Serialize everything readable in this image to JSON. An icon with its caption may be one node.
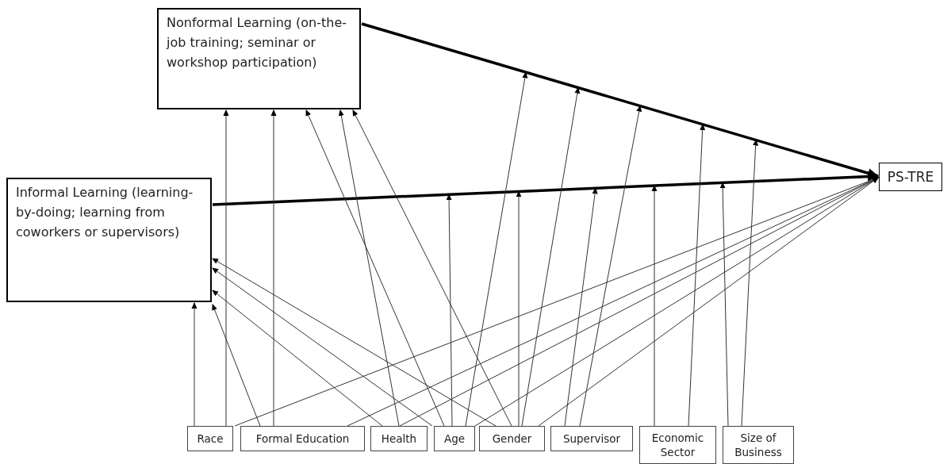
{
  "diagram": {
    "nodes": [
      {
        "text": [
          "Nonformal Learning (on-the-job training; seminar or workshop participation)"
        ]
      },
      {
        "text": [
          "Informal Learning (learning-by-doing; learning from coworkers or supervisors)"
        ]
      },
      {
        "text": [
          "PS-TRE"
        ]
      },
      {
        "text": [
          "Race"
        ]
      },
      {
        "text": [
          "Formal Education"
        ]
      },
      {
        "text": [
          "Health"
        ]
      },
      {
        "text": [
          "Age"
        ]
      },
      {
        "text": [
          "Gender"
        ]
      },
      {
        "text": [
          "Supervisor"
        ]
      },
      {
        "text": [
          "Economic Sector"
        ]
      },
      {
        "text": [
          "Size of Business"
        ]
      }
    ],
    "edges": [
      {
        "from": 0,
        "to": 2,
        "arrow": "to",
        "style": "thick"
      },
      {
        "from": 1,
        "to": 2,
        "arrow": "to",
        "style": "thick"
      },
      {
        "from": 3,
        "to": 0,
        "arrow": "to"
      },
      {
        "from": 4,
        "to": 0,
        "arrow": "to"
      },
      {
        "from": 5,
        "to": 0,
        "arrow": "to"
      },
      {
        "from": 6,
        "to": 0,
        "arrow": "to"
      },
      {
        "from": 7,
        "to": 0,
        "arrow": "to"
      },
      {
        "from": 3,
        "to": 1,
        "arrow": "to"
      },
      {
        "from": 4,
        "to": 1,
        "arrow": "to"
      },
      {
        "from": 5,
        "to": 1,
        "arrow": "to"
      },
      {
        "from": 6,
        "to": 1,
        "arrow": "to"
      },
      {
        "from": 7,
        "to": 1,
        "arrow": "to"
      },
      {
        "from": 3,
        "to": 2,
        "arrow": "to"
      },
      {
        "from": 4,
        "to": 2,
        "arrow": "to"
      },
      {
        "from": 5,
        "to": 2,
        "arrow": "to"
      },
      {
        "from": 6,
        "to": 2,
        "arrow": "to"
      },
      {
        "from": 7,
        "to": 2,
        "arrow": "to"
      },
      {
        "from": 6,
        "to": null,
        "arrow": "to"
      },
      {
        "from": 6,
        "to": null,
        "arrow": "to"
      },
      {
        "from": 7,
        "to": null,
        "arrow": "to"
      },
      {
        "from": 7,
        "to": null,
        "arrow": "to"
      },
      {
        "from": 8,
        "to": null,
        "arrow": "to"
      },
      {
        "from": 8,
        "to": null,
        "arrow": "to"
      },
      {
        "from": 9,
        "to": null,
        "arrow": "to"
      },
      {
        "from": 9,
        "to": null,
        "arrow": "to"
      },
      {
        "from": 10,
        "to": null,
        "arrow": "to"
      },
      {
        "from": 10,
        "to": null,
        "arrow": "to"
      }
    ]
  }
}
